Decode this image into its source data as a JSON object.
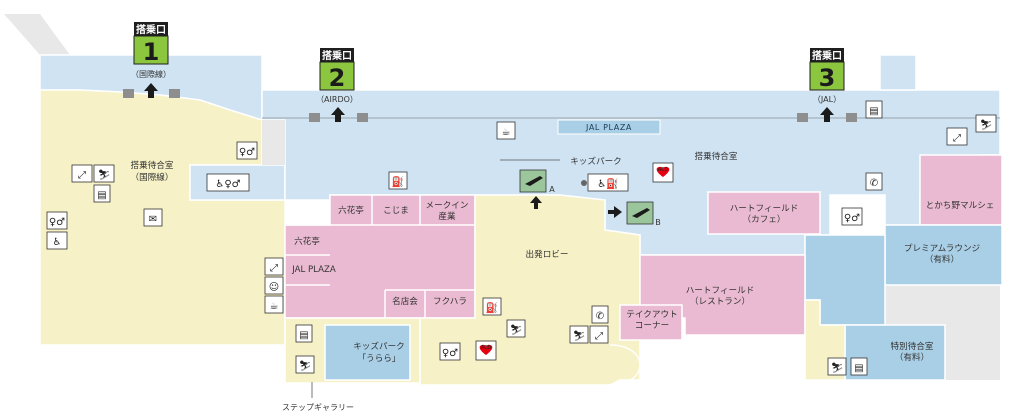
{
  "gates": [
    {
      "head": "搭乗口",
      "number": "1",
      "sub": "（国際線）"
    },
    {
      "head": "搭乗口",
      "number": "2",
      "sub": "（AIRDO）"
    },
    {
      "head": "搭乗口",
      "number": "3",
      "sub": "（JAL）"
    }
  ],
  "labels": {
    "waiting_intl_1": "搭乗待合室",
    "waiting_intl_2": "（国際線）",
    "waiting_dom": "搭乗待合室",
    "kids_park": "キッズパーク",
    "jal_plaza_top": "JAL PLAZA",
    "jal_plaza_left": "JAL PLAZA",
    "rokkatei_1": "六花亭",
    "rokkatei_2": "六花亭",
    "kojima": "こじま",
    "makuin_1": "メークイン",
    "makuin_2": "産業",
    "meitenkai": "名店会",
    "fukuhara": "フクハラ",
    "departure_lobby": "出発ロビー",
    "heartfield_cafe_1": "ハートフィールド",
    "heartfield_cafe_2": "（カフェ）",
    "heartfield_rest_1": "ハートフィールド",
    "heartfield_rest_2": "（レストラン）",
    "takeout_1": "テイクアウト",
    "takeout_2": "コーナー",
    "tokachino": "とかち野マルシェ",
    "premium_1": "プレミアムラウンジ",
    "premium_2": "（有料）",
    "special_1": "特別待合室",
    "special_2": "（有料）",
    "kids_urara_1": "キッズパーク",
    "kids_urara_2": "「うらら」",
    "step_gallery": "ステップギャラリー",
    "boarding_a": "A",
    "boarding_b": "B",
    "aed_1": "AED",
    "aed_2": "AED"
  },
  "colors": {
    "gate_header": "#1f1f1f",
    "gate_box": "#8cc63f",
    "waiting_blue": "#cfe3f2",
    "lounge_blue": "#a9cfe6",
    "lobby_yellow": "#f6f1c6",
    "shop_pink": "#e9bad1",
    "aed_red": "#e60012",
    "boarding_green": "#9bc59b"
  },
  "icons": [
    "restroom-icon",
    "accessible-restroom-icon",
    "escalator-icon",
    "elevator-icon",
    "smoking-room-icon",
    "telephone-icon",
    "drinking-fountain-icon",
    "nursing-room-icon",
    "aed-icon",
    "boarding-bridge-icon",
    "arrow-up-icon",
    "arrow-right-icon",
    "baby-care-icon"
  ]
}
